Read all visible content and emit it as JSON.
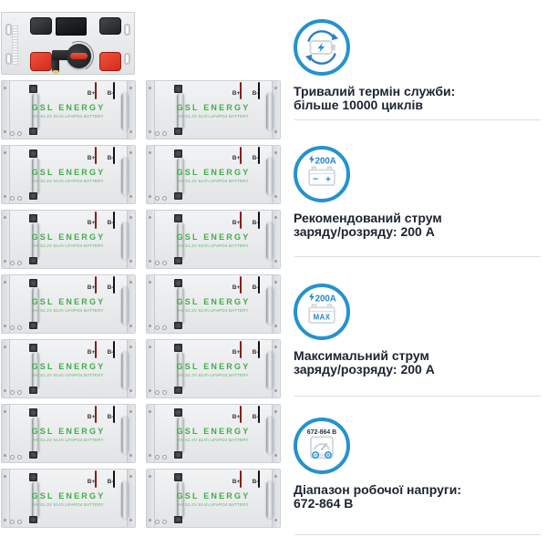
{
  "product": {
    "brand": "GSL ENERGY",
    "model_text": "HV 51.2V 51Ah LiFePO4 BATTERY",
    "terminal_positive_label": "B+",
    "terminal_negative_label": "B-",
    "module_count": 14
  },
  "features": [
    {
      "icon": "battery-cycle-icon",
      "line1": "Тривалий термін служби:",
      "line2": "більше 10000 циклів"
    },
    {
      "icon": "battery-recommended-current-icon",
      "badge": "200A",
      "minus": "−",
      "plus": "+",
      "line1": "Рекомендований струм",
      "line2": "заряду/розряду: 200 А"
    },
    {
      "icon": "battery-max-current-icon",
      "badge": "200A",
      "inner_label": "MAX",
      "line1": "Максимальний струм",
      "line2": "заряду/розряду: 200 А"
    },
    {
      "icon": "voltage-range-icon",
      "badge": "672-864 В",
      "line1": "Діапазон робочої напруги:",
      "line2": "672-864 В"
    }
  ],
  "colors": {
    "accent_blue": "#2492cf",
    "icon_text_blue": "#2a85c8",
    "arrow_blue": "#2f7ec0",
    "brand_green": "#3fae49",
    "terminal_red": "#d8382b",
    "heading_text": "#1c2330"
  }
}
